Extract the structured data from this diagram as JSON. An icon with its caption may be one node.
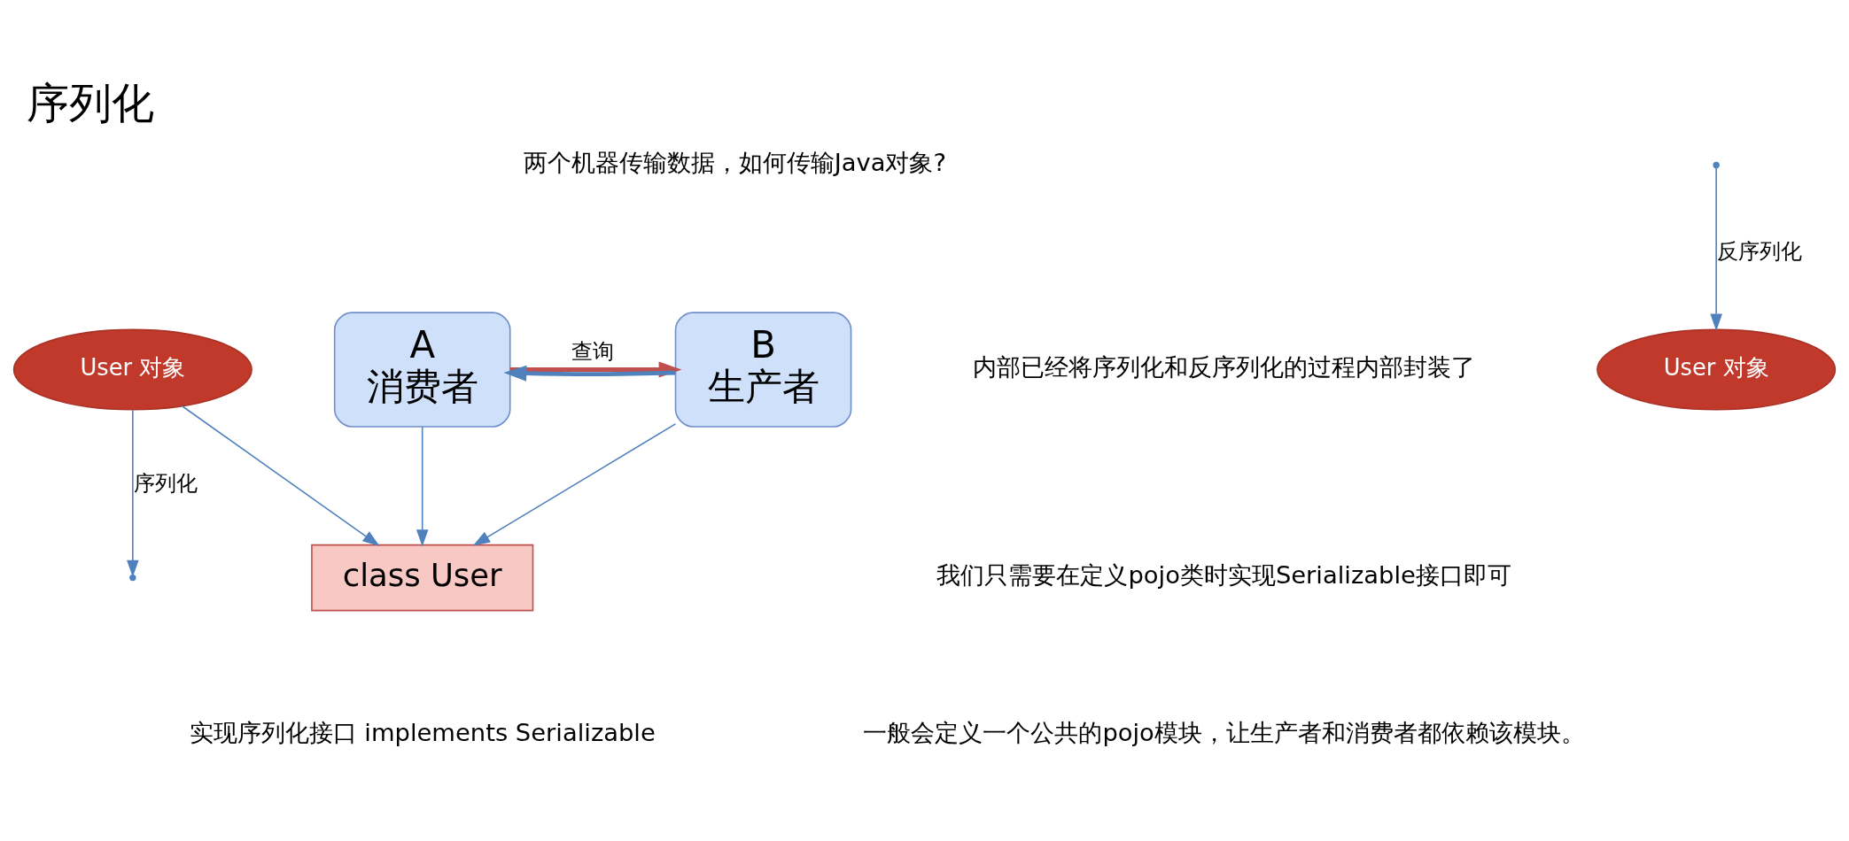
{
  "diagram": {
    "title": "序列化",
    "nodes": [
      {
        "text": [
          "A",
          "消费者"
        ]
      },
      {
        "text": [
          "B",
          "生产者"
        ]
      },
      {
        "text": [
          "User 对象"
        ]
      },
      {
        "text": [
          "User 对象"
        ]
      },
      {
        "text": [
          "class User"
        ]
      }
    ],
    "edges": [
      {
        "from": 0,
        "to": 1,
        "arrow": "to",
        "label": "查询",
        "style": "thick",
        "color": "#c0504d"
      },
      {
        "from": 1,
        "to": 0,
        "arrow": "to",
        "style": "thick"
      },
      {
        "from": null,
        "to": 2,
        "arrow": "to",
        "label": "反序列化"
      },
      {
        "from": 3,
        "to": null,
        "arrow": "to",
        "label": "序列化"
      },
      {
        "from": 0,
        "to": 4,
        "arrow": "to"
      },
      {
        "from": 1,
        "to": 4,
        "arrow": "to"
      },
      {
        "from": 3,
        "to": 4,
        "arrow": "to"
      }
    ],
    "labels": [
      "两个机器传输数据，如何传输Java对象?",
      "内部已经将序列化和反序列化的过程内部封装了",
      "我们只需要在定义pojo类时实现Serializable接口即可",
      "一般会定义一个公共的pojo模块，让生产者和消费者都依赖该模块。",
      "实现序列化接口 implements Serializable"
    ]
  }
}
